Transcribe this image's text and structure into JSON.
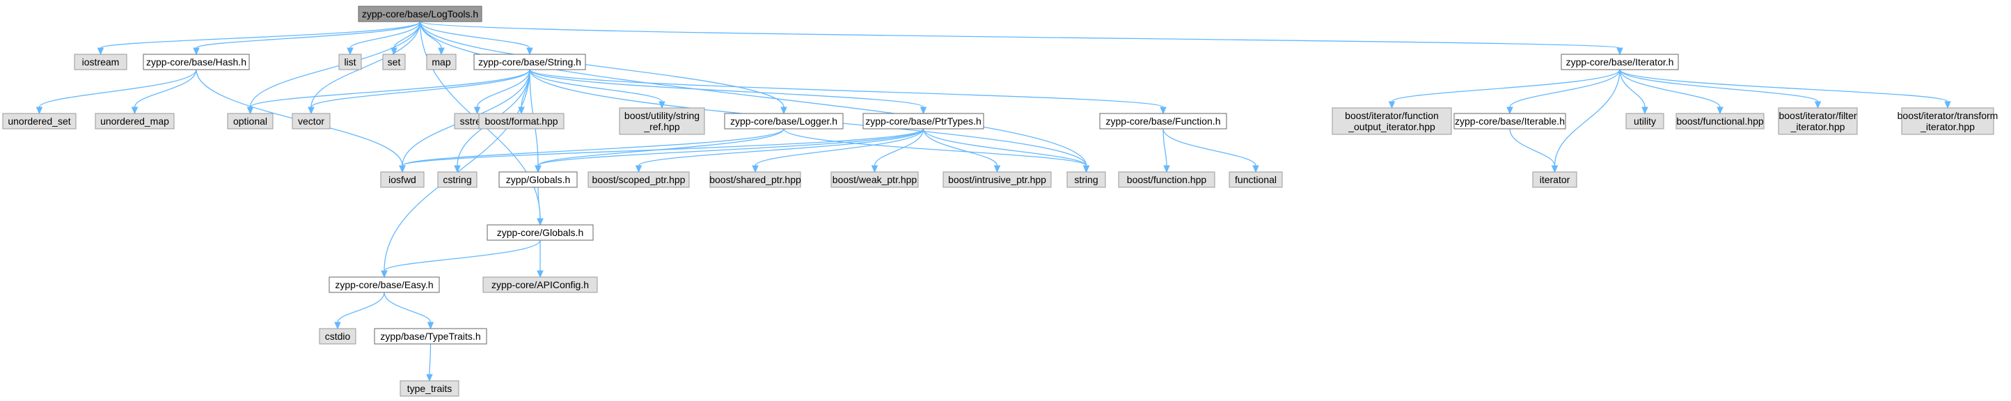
{
  "colors": {
    "root_fill": "#999999",
    "root_stroke": "#666666",
    "documented_fill": "#ffffff",
    "documented_stroke": "#666666",
    "external_fill": "#e0e0e0",
    "external_stroke": "#999999",
    "edge": "#63b8ff"
  },
  "nodes": [
    {
      "id": "logtools",
      "kind": "root",
      "lines": [
        "zypp-core/base/LogTools.h"
      ]
    },
    {
      "id": "iostream",
      "kind": "external",
      "lines": [
        "iostream"
      ]
    },
    {
      "id": "hash",
      "kind": "documented",
      "lines": [
        "zypp-core/base/Hash.h"
      ]
    },
    {
      "id": "list",
      "kind": "external",
      "lines": [
        "list"
      ]
    },
    {
      "id": "set",
      "kind": "external",
      "lines": [
        "set"
      ]
    },
    {
      "id": "map",
      "kind": "external",
      "lines": [
        "map"
      ]
    },
    {
      "id": "string_h",
      "kind": "documented",
      "lines": [
        "zypp-core/base/String.h"
      ]
    },
    {
      "id": "iterator_h",
      "kind": "documented",
      "lines": [
        "zypp-core/base/Iterator.h"
      ]
    },
    {
      "id": "unordered_set",
      "kind": "external",
      "lines": [
        "unordered_set"
      ]
    },
    {
      "id": "unordered_map",
      "kind": "external",
      "lines": [
        "unordered_map"
      ]
    },
    {
      "id": "optional",
      "kind": "external",
      "lines": [
        "optional"
      ]
    },
    {
      "id": "vector",
      "kind": "external",
      "lines": [
        "vector"
      ]
    },
    {
      "id": "sstream",
      "kind": "external",
      "lines": [
        "sstream"
      ]
    },
    {
      "id": "boost_format",
      "kind": "external",
      "lines": [
        "boost/format.hpp"
      ]
    },
    {
      "id": "boost_string_ref",
      "kind": "external",
      "lines": [
        "boost/utility/string",
        "_ref.hpp"
      ]
    },
    {
      "id": "logger_h",
      "kind": "documented",
      "lines": [
        "zypp-core/base/Logger.h"
      ]
    },
    {
      "id": "ptrtypes_h",
      "kind": "documented",
      "lines": [
        "zypp-core/base/PtrTypes.h"
      ]
    },
    {
      "id": "function_h",
      "kind": "documented",
      "lines": [
        "zypp-core/base/Function.h"
      ]
    },
    {
      "id": "boost_fout_iter",
      "kind": "external",
      "lines": [
        "boost/iterator/function",
        "_output_iterator.hpp"
      ]
    },
    {
      "id": "iterable_h",
      "kind": "documented",
      "lines": [
        "zypp-core/base/Iterable.h"
      ]
    },
    {
      "id": "utility",
      "kind": "external",
      "lines": [
        "utility"
      ]
    },
    {
      "id": "boost_functional",
      "kind": "external",
      "lines": [
        "boost/functional.hpp"
      ]
    },
    {
      "id": "boost_filter_iter",
      "kind": "external",
      "lines": [
        "boost/iterator/filter",
        "_iterator.hpp"
      ]
    },
    {
      "id": "boost_transform_iter",
      "kind": "external",
      "lines": [
        "boost/iterator/transform",
        "_iterator.hpp"
      ]
    },
    {
      "id": "iosfwd",
      "kind": "external",
      "lines": [
        "iosfwd"
      ]
    },
    {
      "id": "cstring",
      "kind": "external",
      "lines": [
        "cstring"
      ]
    },
    {
      "id": "zypp_globals_h",
      "kind": "documented",
      "lines": [
        "zypp/Globals.h"
      ]
    },
    {
      "id": "boost_scoped_ptr",
      "kind": "external",
      "lines": [
        "boost/scoped_ptr.hpp"
      ]
    },
    {
      "id": "boost_shared_ptr",
      "kind": "external",
      "lines": [
        "boost/shared_ptr.hpp"
      ]
    },
    {
      "id": "boost_weak_ptr",
      "kind": "external",
      "lines": [
        "boost/weak_ptr.hpp"
      ]
    },
    {
      "id": "boost_intrusive_ptr",
      "kind": "external",
      "lines": [
        "boost/intrusive_ptr.hpp"
      ]
    },
    {
      "id": "string_std",
      "kind": "external",
      "lines": [
        "string"
      ]
    },
    {
      "id": "boost_function",
      "kind": "external",
      "lines": [
        "boost/function.hpp"
      ]
    },
    {
      "id": "functional",
      "kind": "external",
      "lines": [
        "functional"
      ]
    },
    {
      "id": "iterator_std",
      "kind": "external",
      "lines": [
        "iterator"
      ]
    },
    {
      "id": "zc_globals_h",
      "kind": "documented",
      "lines": [
        "zypp-core/Globals.h"
      ]
    },
    {
      "id": "easy_h",
      "kind": "documented",
      "lines": [
        "zypp-core/base/Easy.h"
      ]
    },
    {
      "id": "apiconfig_h",
      "kind": "external",
      "lines": [
        "zypp-core/APIConfig.h"
      ]
    },
    {
      "id": "cstdio",
      "kind": "external",
      "lines": [
        "cstdio"
      ]
    },
    {
      "id": "typetraits_h",
      "kind": "documented",
      "lines": [
        "zypp/base/TypeTraits.h"
      ]
    },
    {
      "id": "type_traits",
      "kind": "external",
      "lines": [
        "type_traits"
      ]
    }
  ],
  "edges": [
    [
      "logtools",
      "iostream"
    ],
    [
      "logtools",
      "hash"
    ],
    [
      "logtools",
      "list"
    ],
    [
      "logtools",
      "set"
    ],
    [
      "logtools",
      "map"
    ],
    [
      "logtools",
      "string_h"
    ],
    [
      "logtools",
      "iterator_h"
    ],
    [
      "logtools",
      "optional"
    ],
    [
      "logtools",
      "vector"
    ],
    [
      "logtools",
      "logger_h"
    ],
    [
      "logtools",
      "string_std"
    ],
    [
      "logtools",
      "zc_globals_h"
    ],
    [
      "hash",
      "unordered_set"
    ],
    [
      "hash",
      "unordered_map"
    ],
    [
      "hash",
      "iosfwd"
    ],
    [
      "string_h",
      "optional"
    ],
    [
      "string_h",
      "vector"
    ],
    [
      "string_h",
      "sstream"
    ],
    [
      "string_h",
      "boost_format"
    ],
    [
      "string_h",
      "boost_string_ref"
    ],
    [
      "string_h",
      "ptrtypes_h"
    ],
    [
      "string_h",
      "function_h"
    ],
    [
      "string_h",
      "iosfwd"
    ],
    [
      "string_h",
      "cstring"
    ],
    [
      "string_h",
      "string_std"
    ],
    [
      "string_h",
      "zypp_globals_h"
    ],
    [
      "string_h",
      "easy_h"
    ],
    [
      "iterator_h",
      "boost_fout_iter"
    ],
    [
      "iterator_h",
      "iterable_h"
    ],
    [
      "iterator_h",
      "utility"
    ],
    [
      "iterator_h",
      "boost_functional"
    ],
    [
      "iterator_h",
      "boost_filter_iter"
    ],
    [
      "iterator_h",
      "boost_transform_iter"
    ],
    [
      "iterator_h",
      "iterator_std"
    ],
    [
      "iterable_h",
      "iterator_std"
    ],
    [
      "logger_h",
      "iosfwd"
    ],
    [
      "logger_h",
      "string_std"
    ],
    [
      "logger_h",
      "zypp_globals_h"
    ],
    [
      "ptrtypes_h",
      "iosfwd"
    ],
    [
      "ptrtypes_h",
      "string_std"
    ],
    [
      "ptrtypes_h",
      "zypp_globals_h"
    ],
    [
      "ptrtypes_h",
      "boost_scoped_ptr"
    ],
    [
      "ptrtypes_h",
      "boost_shared_ptr"
    ],
    [
      "ptrtypes_h",
      "boost_weak_ptr"
    ],
    [
      "ptrtypes_h",
      "boost_intrusive_ptr"
    ],
    [
      "function_h",
      "boost_function"
    ],
    [
      "function_h",
      "functional"
    ],
    [
      "zypp_globals_h",
      "zc_globals_h"
    ],
    [
      "zc_globals_h",
      "apiconfig_h"
    ],
    [
      "zc_globals_h",
      "easy_h"
    ],
    [
      "easy_h",
      "cstdio"
    ],
    [
      "easy_h",
      "typetraits_h"
    ],
    [
      "typetraits_h",
      "type_traits"
    ]
  ]
}
